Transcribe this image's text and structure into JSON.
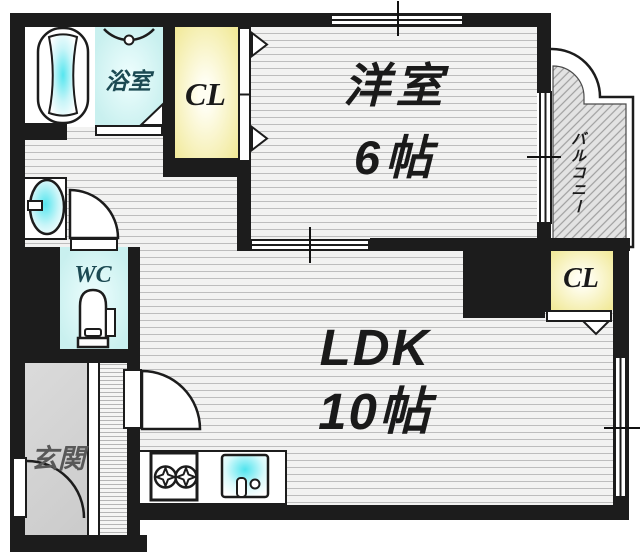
{
  "floorplan": {
    "rooms": {
      "bathroom": {
        "label": "浴室"
      },
      "closet_west": {
        "label": "CL"
      },
      "western_room": {
        "label": "洋室",
        "size": "6帖"
      },
      "balcony": {
        "label": "バルコニー"
      },
      "closet_east": {
        "label": "CL"
      },
      "wc": {
        "label": "WC"
      },
      "ldk": {
        "label": "LDK",
        "size": "10帖"
      },
      "entrance": {
        "label": "玄関"
      }
    },
    "fixtures": [
      "bathtub-icon",
      "washbasin-icon",
      "toilet-icon",
      "stove-burners-icon",
      "kitchen-sink-icon",
      "door-swing-icon",
      "window-icon",
      "sliding-door-icon",
      "folding-door-icon"
    ],
    "colors": {
      "wall": "#1c1c1c",
      "water_cyan": "#5fe8f0",
      "room_cyan": "#c9f0ef",
      "closet_yellow": "#f1e998",
      "entrance_gray": "#d2d2d2"
    }
  }
}
